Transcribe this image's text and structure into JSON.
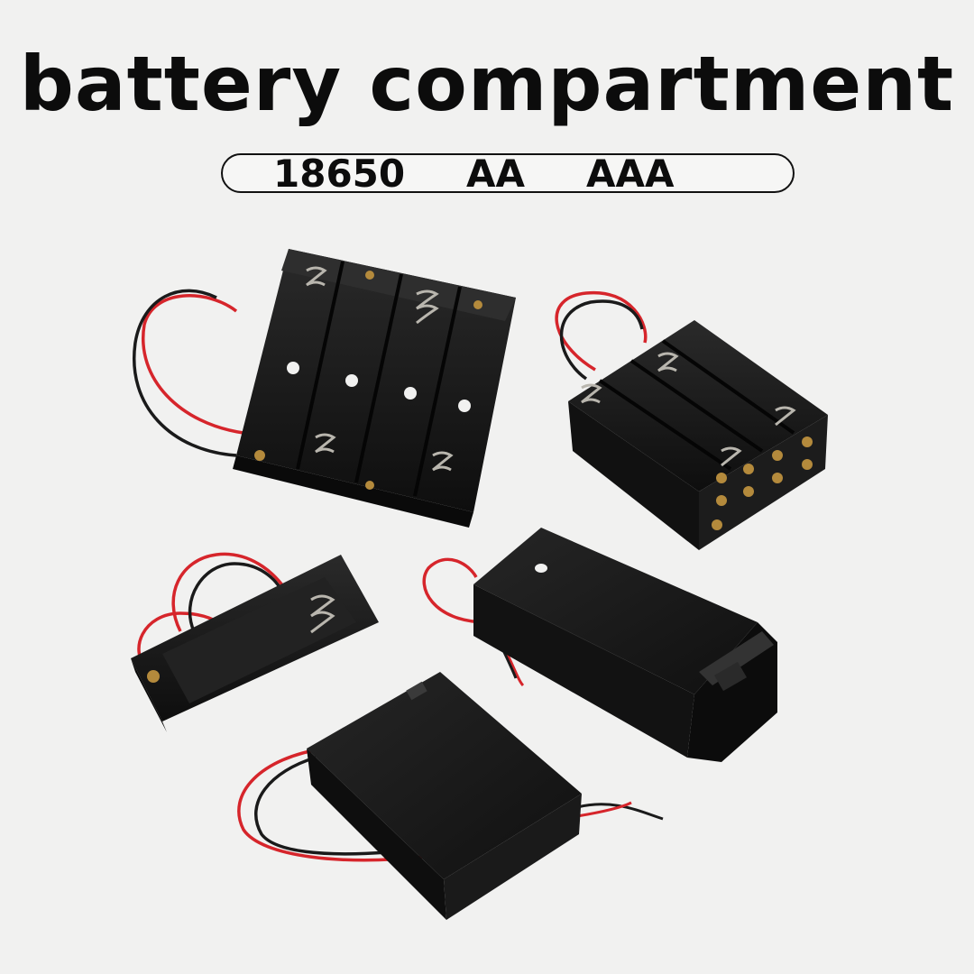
{
  "title": "battery compartment",
  "types": [
    "18650",
    "AA",
    "AAA"
  ],
  "colors": {
    "background": "#f1f1f0",
    "holder_body": "#141414",
    "red_wire": "#d6252b",
    "black_wire": "#1a1a1a",
    "spring": "#b9b6ae",
    "contact": "#b48a3c"
  }
}
